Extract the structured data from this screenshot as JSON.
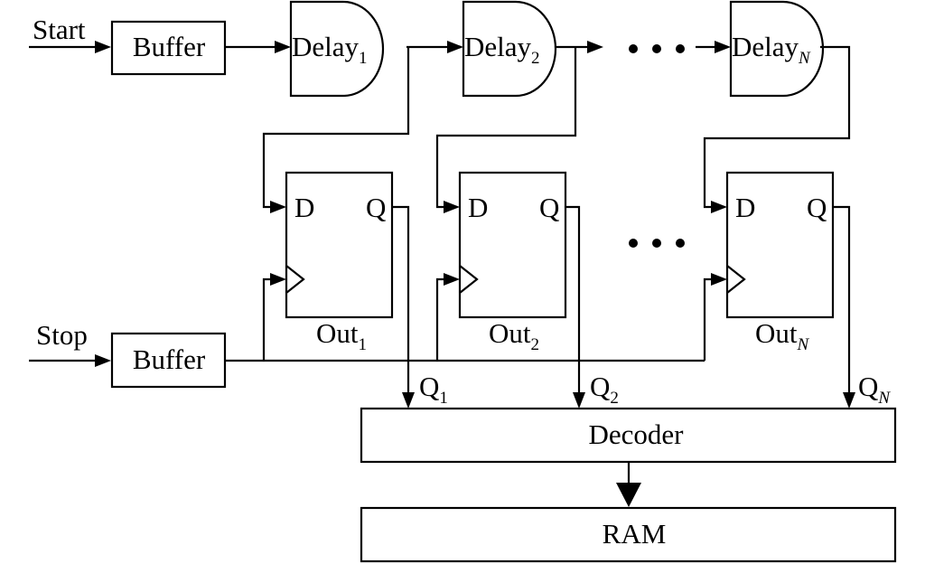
{
  "inputs": {
    "start": "Start",
    "stop": "Stop"
  },
  "buffer_label": "Buffer",
  "delay": {
    "base": "Delay",
    "subs": [
      "1",
      "2",
      "N"
    ]
  },
  "flipflop": {
    "d_pin": "D",
    "q_pin": "Q",
    "base": "Out",
    "subs": [
      "1",
      "2",
      "N"
    ]
  },
  "outputs": {
    "base": "Q",
    "subs": [
      "1",
      "2",
      "N"
    ]
  },
  "decoder_label": "Decoder",
  "ram_label": "RAM"
}
